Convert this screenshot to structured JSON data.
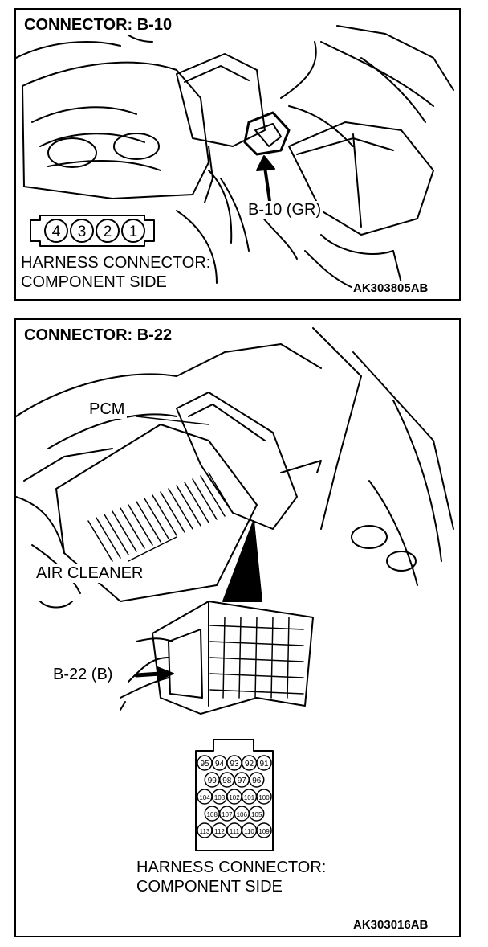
{
  "panel_b10": {
    "title": "CONNECTOR: B-10",
    "connector_label": "B-10 (GR)",
    "pins": [
      "4",
      "3",
      "2",
      "1"
    ],
    "harness_line1": "HARNESS CONNECTOR:",
    "harness_line2": "COMPONENT SIDE",
    "code": "AK303805AB"
  },
  "panel_b22": {
    "title": "CONNECTOR: B-22",
    "pcm_label": "PCM",
    "air_cleaner_label": "AIR CLEANER",
    "connector_label": "B-22 (B)",
    "pin_rows": [
      [
        "95",
        "94",
        "93",
        "92",
        "91"
      ],
      [
        "99",
        "98",
        "97",
        "96"
      ],
      [
        "104",
        "103",
        "102",
        "101",
        "100"
      ],
      [
        "108",
        "107",
        "106",
        "105"
      ],
      [
        "113",
        "112",
        "111",
        "110",
        "109"
      ]
    ],
    "harness_line1": "HARNESS CONNECTOR:",
    "harness_line2": "COMPONENT SIDE",
    "code": "AK303016AB"
  }
}
